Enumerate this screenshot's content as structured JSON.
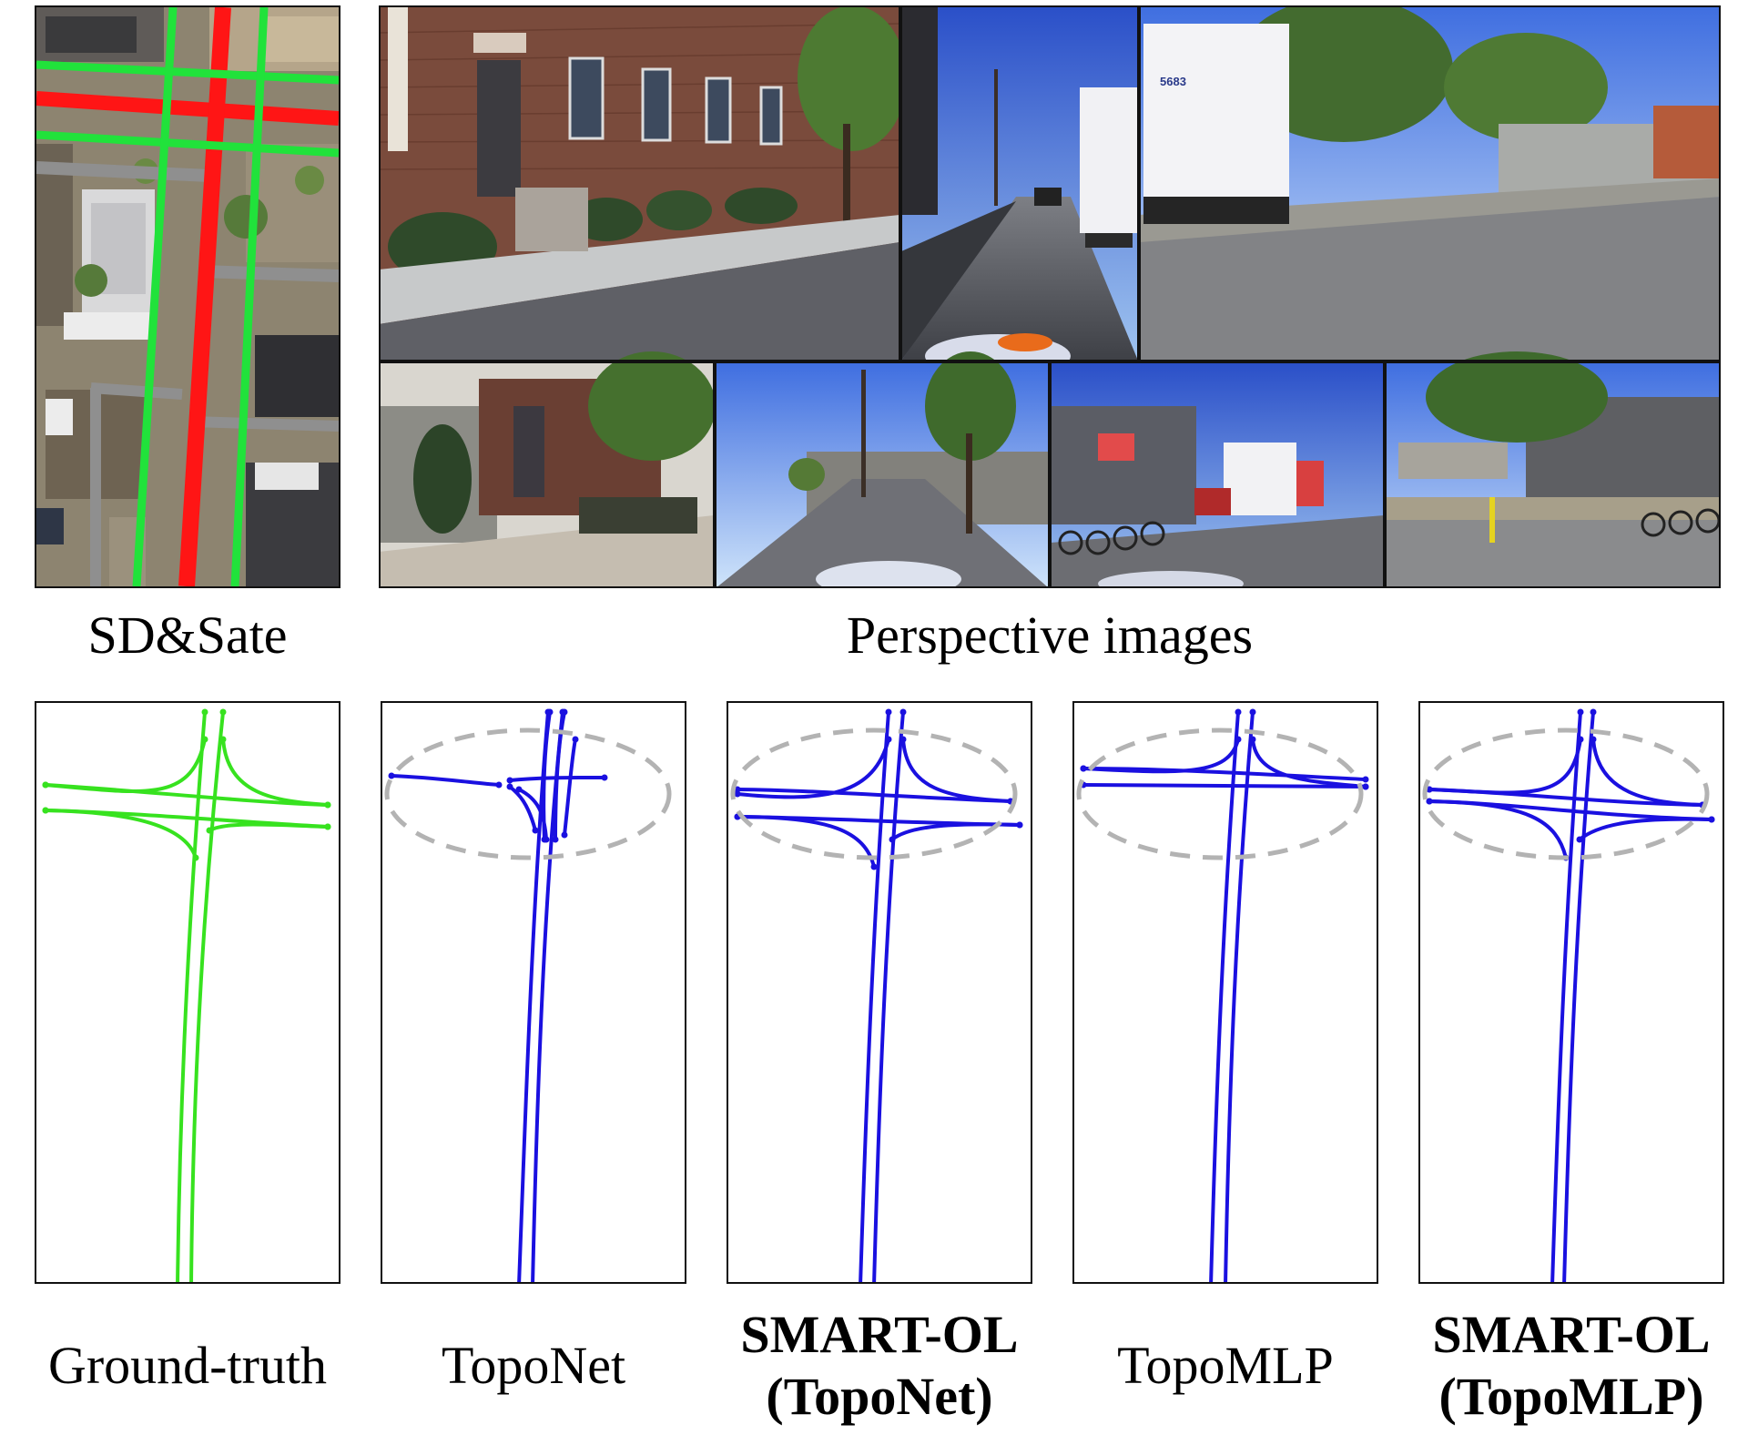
{
  "top_row": {
    "sd_sate_label": "SD&Sate",
    "perspective_label": "Perspective images",
    "sd_map": {
      "road_color_matched": "#21e23b",
      "road_color_highlight": "#ff1515",
      "road_color_sd": "#8f8f8f"
    },
    "perspective_photos": [
      {
        "name": "front-left-building"
      },
      {
        "name": "front-center-road"
      },
      {
        "name": "front-right-truck"
      },
      {
        "name": "rear-left-door"
      },
      {
        "name": "rear-tree-road"
      },
      {
        "name": "rear-truck-street"
      },
      {
        "name": "rear-right-lot"
      }
    ]
  },
  "bottom_row": {
    "panels": [
      {
        "key": "gt",
        "caption": "Ground-truth",
        "caption2": "",
        "bold": false,
        "color": "#37e21f",
        "show_ellipse": false
      },
      {
        "key": "toponet",
        "caption": "TopoNet",
        "caption2": "",
        "bold": false,
        "color": "#1a10e0",
        "show_ellipse": true
      },
      {
        "key": "smart_toponet",
        "caption": "SMART-OL",
        "caption2": "(TopoNet)",
        "bold": true,
        "color": "#1a10e0",
        "show_ellipse": true
      },
      {
        "key": "topomlp",
        "caption": "TopoMLP",
        "caption2": "",
        "bold": false,
        "color": "#1a10e0",
        "show_ellipse": true
      },
      {
        "key": "smart_topomlp",
        "caption": "SMART-OL",
        "caption2": "(TopoMLP)",
        "bold": true,
        "color": "#1a10e0",
        "show_ellipse": true
      }
    ],
    "ellipse_color": "#b3b3b3"
  }
}
